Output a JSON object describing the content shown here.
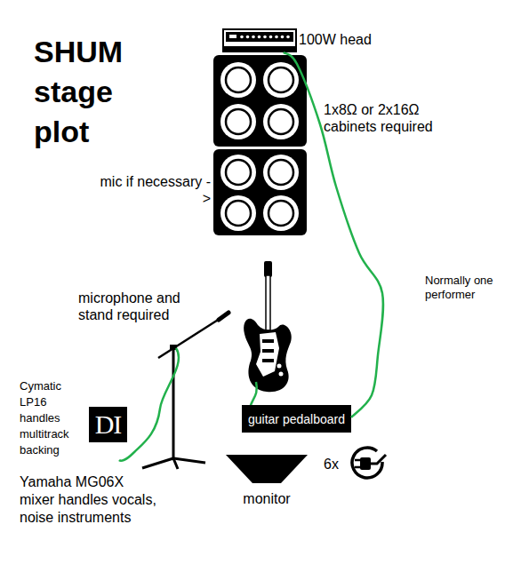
{
  "diagram": {
    "title": "SHUM stage plot",
    "nodes": [
      {
        "text": [
          "100W head"
        ]
      },
      {
        "text": [
          "guitar pedalboard"
        ]
      },
      {
        "text": [
          "DI"
        ]
      },
      {
        "text": [
          "monitor"
        ]
      }
    ],
    "edges": [
      {
        "from": 0,
        "to": 1,
        "arrow": "none"
      }
    ],
    "labels": [
      "1x8Ω or 2x16Ω cabinets required",
      "mic if necessary ->",
      "Normally one performer",
      "microphone and stand required",
      "Cymatic LP16 handles multitrack backing",
      "Yamaha MG06X mixer handles vocals, noise instruments",
      "6x"
    ]
  }
}
